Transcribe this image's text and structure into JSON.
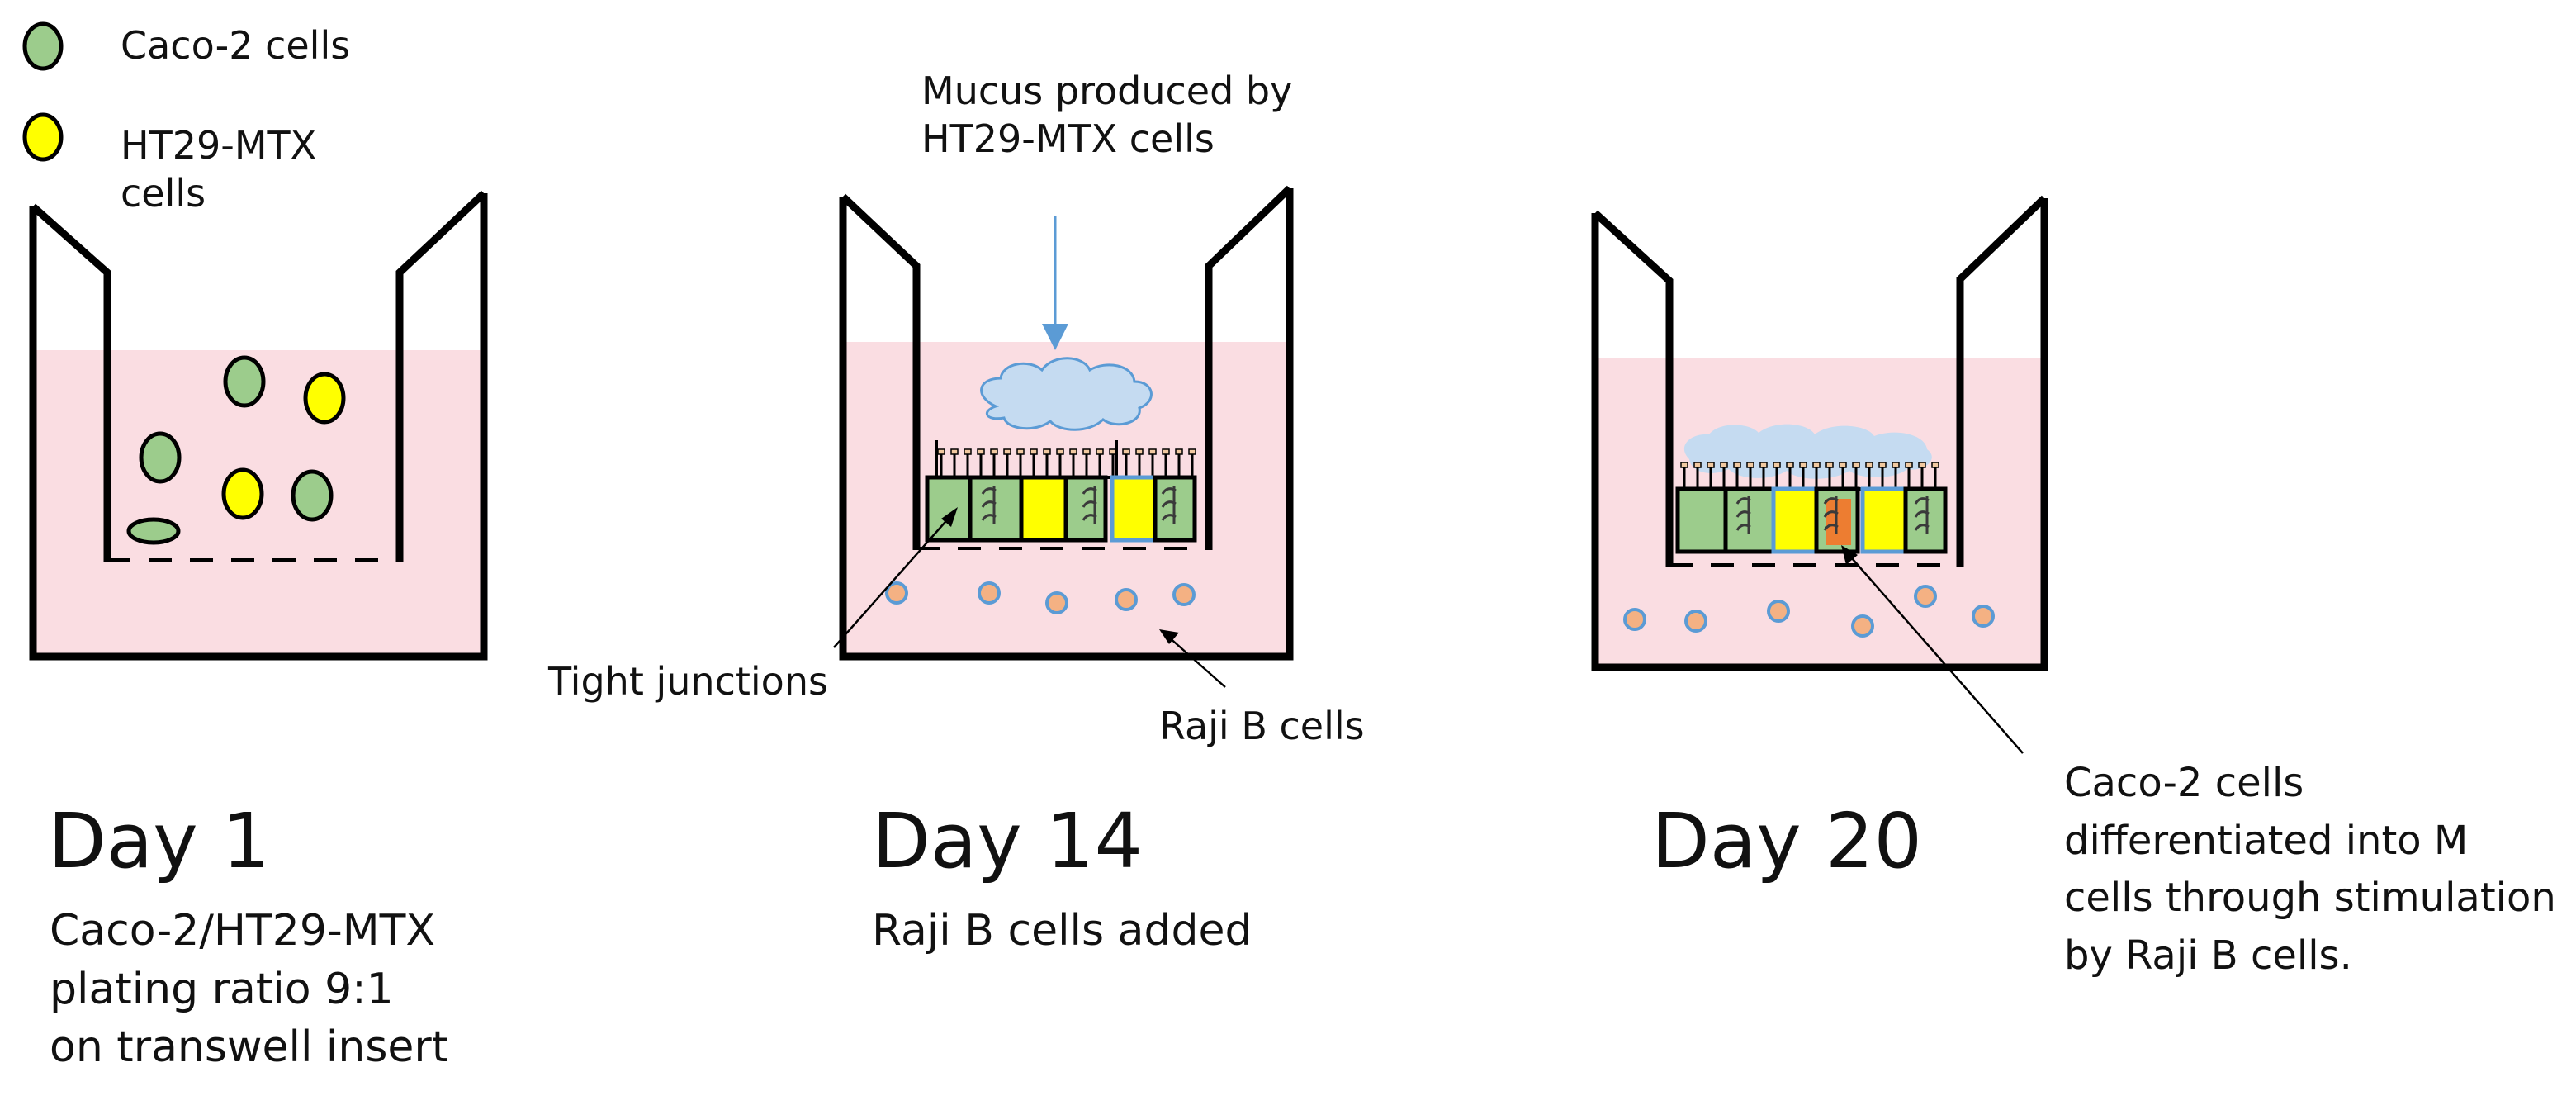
{
  "legend": {
    "caco2": {
      "label": "Caco-2 cells",
      "color": "#9ccc8c"
    },
    "ht29": {
      "label_lines": [
        "HT29-MTX",
        "cells"
      ],
      "color": "#ffff00"
    }
  },
  "colors": {
    "medium": "#fadde2",
    "mucus": "#c5dbf1",
    "mucus_outline": "#5b9bd5",
    "raji": "#f4b183",
    "raji_outline": "#5b9bd5",
    "m_cell": "#ed7d31",
    "arrow_blue": "#5b9bd5",
    "outline": "#000000"
  },
  "panels": [
    {
      "day": "Day 1",
      "desc_lines": [
        "Caco-2/HT29-MTX",
        "plating ratio 9:1",
        "on transwell insert"
      ]
    },
    {
      "day": "Day 14",
      "desc_lines": [
        "Raji B cells added"
      ],
      "annotations": {
        "mucus_lines": [
          "Mucus produced by",
          "HT29-MTX cells"
        ],
        "tight_junctions": "Tight junctions",
        "raji": "Raji B cells"
      }
    },
    {
      "day": "Day 20",
      "annotations": {
        "m_cells_lines": [
          "Caco-2 cells",
          "differentiated into M",
          "cells through stimulation",
          "by Raji B cells."
        ]
      }
    }
  ]
}
